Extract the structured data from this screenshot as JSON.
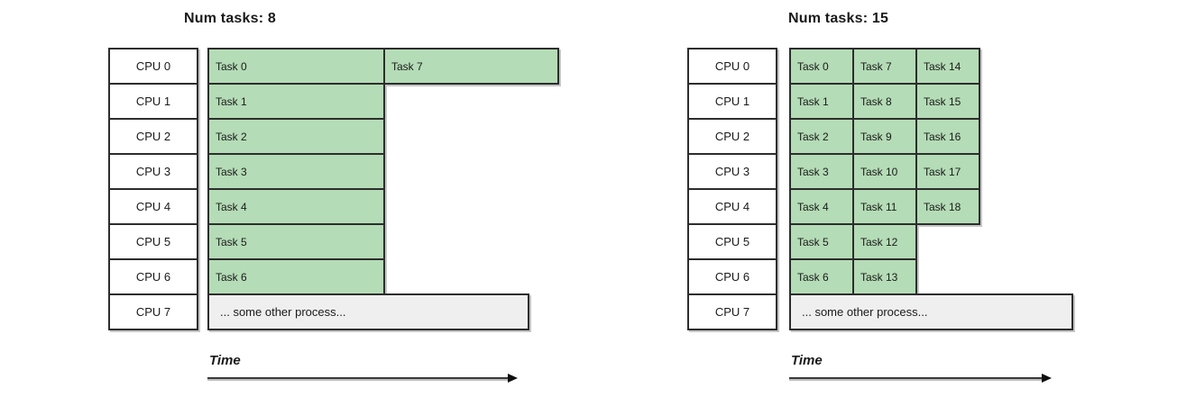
{
  "colors": {
    "task_fill": "#b4dcb6",
    "other_process_fill": "#efefef",
    "cell_border": "#2d2d2d",
    "background": "#ffffff"
  },
  "left_diagram": {
    "title": "Num tasks: 8",
    "cpus": [
      "CPU 0",
      "CPU 1",
      "CPU 2",
      "CPU 3",
      "CPU 4",
      "CPU 5",
      "CPU 6",
      "CPU 7"
    ],
    "task_rows": [
      [
        "Task 0",
        "Task 7"
      ],
      [
        "Task 1"
      ],
      [
        "Task 2"
      ],
      [
        "Task 3"
      ],
      [
        "Task 4"
      ],
      [
        "Task 5"
      ],
      [
        "Task 6"
      ]
    ],
    "other_process_label": "... some other process...",
    "time_label": "Time"
  },
  "right_diagram": {
    "title": "Num tasks: 15",
    "cpus": [
      "CPU 0",
      "CPU 1",
      "CPU 2",
      "CPU 3",
      "CPU 4",
      "CPU 5",
      "CPU 6",
      "CPU 7"
    ],
    "task_rows": [
      [
        "Task 0",
        "Task 7",
        "Task 14"
      ],
      [
        "Task 1",
        "Task 8",
        "Task 15"
      ],
      [
        "Task 2",
        "Task 9",
        "Task 16"
      ],
      [
        "Task 3",
        "Task 10",
        "Task 17"
      ],
      [
        "Task 4",
        "Task 11",
        "Task 18"
      ],
      [
        "Task 5",
        "Task 12"
      ],
      [
        "Task 6",
        "Task 13"
      ]
    ],
    "other_process_label": "... some other process...",
    "time_label": "Time"
  }
}
